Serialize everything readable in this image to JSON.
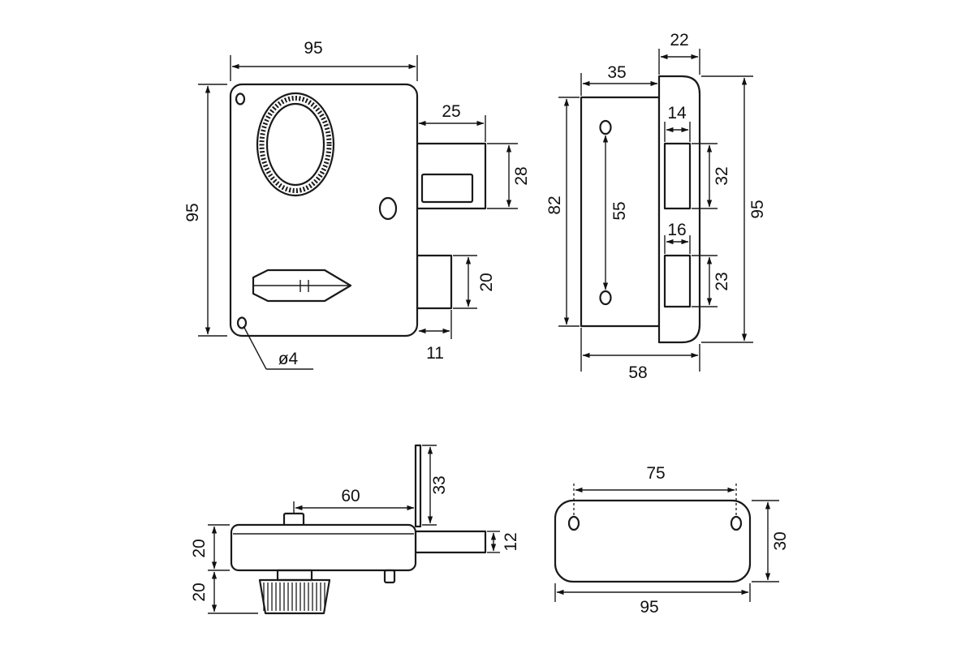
{
  "front_view": {
    "width": "95",
    "height": "95",
    "bolt_length": "25",
    "bolt_height": "28",
    "latch_height": "20",
    "latch_length": "11",
    "hole_diameter": "ø4"
  },
  "strike_plate": {
    "plate_depth": "22",
    "box_depth": "35",
    "bolt_slot_width": "14",
    "bolt_slot_height": "32",
    "latch_slot_width": "16",
    "latch_slot_height": "23",
    "box_height": "82",
    "hole_spacing": "55",
    "plate_height": "95",
    "total_depth": "58"
  },
  "side_view": {
    "body_height": "20",
    "knob_height": "20",
    "bracket_height": "33",
    "distance": "60",
    "bolt_thickness": "12"
  },
  "cover_plate": {
    "hole_spacing": "75",
    "height": "30",
    "length": "95"
  }
}
